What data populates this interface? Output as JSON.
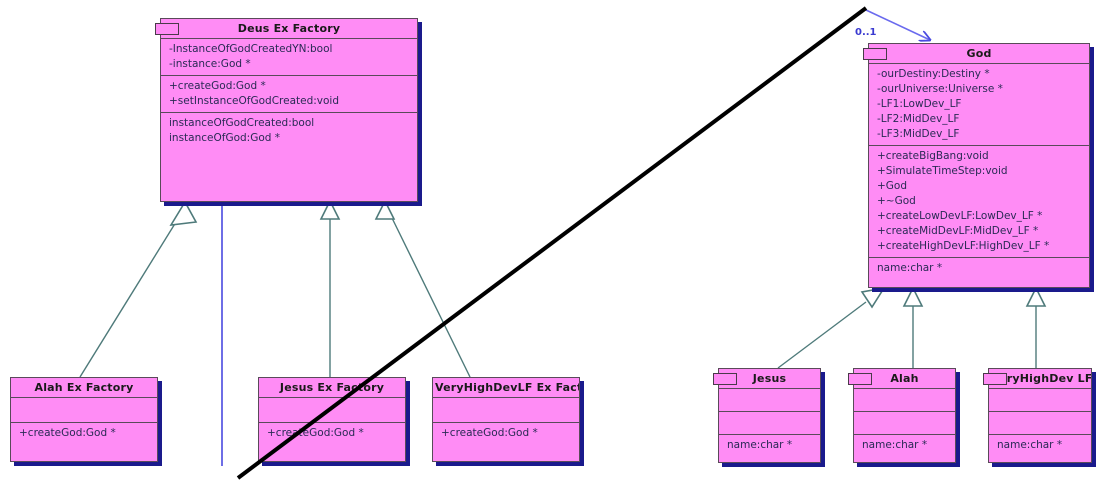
{
  "diagram": {
    "type": "uml-class-diagram",
    "colors": {
      "class_fill": "#ff8cf5",
      "class_border": "#5a4a5a",
      "class_shadow": "#1a1a8c",
      "text": "#2a2a55",
      "generalization_line": "#4e7a7a",
      "association_line": "#4a4ae0",
      "annotation_line": "#000000",
      "multiplicity_text": "#3a3ad0"
    }
  },
  "classes": {
    "deus_ex_factory": {
      "name": "Deus Ex Factory",
      "attributes": [
        "-InstanceOfGodCreatedYN:bool",
        "-instance:God *"
      ],
      "operations": [
        "+createGod:God *",
        "+setInstanceOfGodCreated:void"
      ],
      "properties": [
        "instanceOfGodCreated:bool",
        "instanceOfGod:God *"
      ]
    },
    "god": {
      "name": "God",
      "attributes": [
        "-ourDestiny:Destiny *",
        "-ourUniverse:Universe *",
        "-LF1:LowDev_LF",
        "-LF2:MidDev_LF",
        "-LF3:MidDev_LF"
      ],
      "operations": [
        "+createBigBang:void",
        "+SimulateTimeStep:void",
        "+God",
        "+~God",
        "+createLowDevLF:LowDev_LF *",
        "+createMidDevLF:MidDev_LF *",
        "+createHighDevLF:HighDev_LF *"
      ],
      "properties": [
        "name:char *"
      ]
    },
    "alah_ex_factory": {
      "name": "Alah Ex Factory",
      "attributes": [],
      "operations": [
        "+createGod:God *"
      ]
    },
    "jesus_ex_factory": {
      "name": "Jesus Ex Factory",
      "attributes": [],
      "operations": [
        "+createGod:God *"
      ]
    },
    "veryhighdevlf_ex_factory": {
      "name": "VeryHighDevLF Ex Factory",
      "attributes": [],
      "operations": [
        "+createGod:God *"
      ]
    },
    "jesus": {
      "name": "Jesus",
      "attributes": [],
      "operations": [],
      "properties": [
        "name:char *"
      ]
    },
    "alah": {
      "name": "Alah",
      "attributes": [],
      "operations": [],
      "properties": [
        "name:char *"
      ]
    },
    "veryhighdev_lf": {
      "name": "VeryHighDev LF",
      "attributes": [],
      "operations": [],
      "properties": [
        "name:char *"
      ]
    }
  },
  "relationships": {
    "association_multiplicity": "0..1"
  }
}
